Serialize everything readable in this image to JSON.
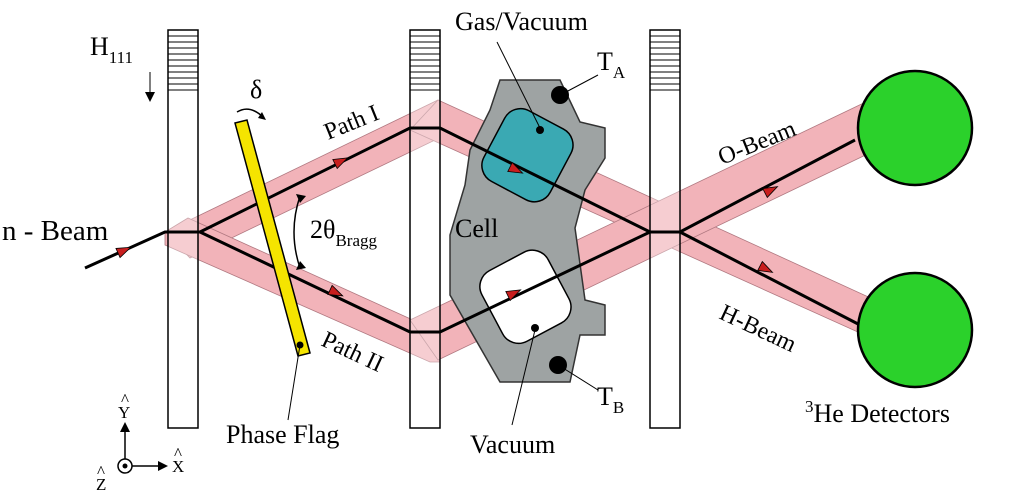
{
  "labels": {
    "n_beam": "n - Beam",
    "h111_main": "H",
    "h111_sub": "111",
    "delta": "δ",
    "path_1": "Path I",
    "path_2": "Path II",
    "two": "2θ",
    "bragg": "Bragg",
    "gas_vacuum": "Gas/Vacuum",
    "cell": "Cell",
    "t_main": "T",
    "t_a_sub": "A",
    "t_b_sub": "B",
    "vacuum": "Vacuum",
    "phase_flag": "Phase Flag",
    "o_beam": "O-Beam",
    "h_beam": "H-Beam",
    "he_sup": "3",
    "he_detectors": "He Detectors",
    "axis_y": "Y",
    "axis_x": "X",
    "axis_z": "Z",
    "hat": "^"
  },
  "colors": {
    "beam_band": "#f2b3b9",
    "beam_edge": "#b07880",
    "beam_line": "#000000",
    "arrow": "#c81e1e",
    "crystal_fill": "#ffffff",
    "cell_body": "#9ea3a3",
    "gas_chamber": "#3aa9b3",
    "vacuum_chamber": "#ffffff",
    "phase_flag": "#f5e400",
    "detector": "#2bd12b",
    "thermometer": "#000000"
  },
  "icons": {
    "arrow_glyph": "triangle-arrow",
    "detector_shape": "circle",
    "axis_z_symbol": "dot-in-circle"
  }
}
